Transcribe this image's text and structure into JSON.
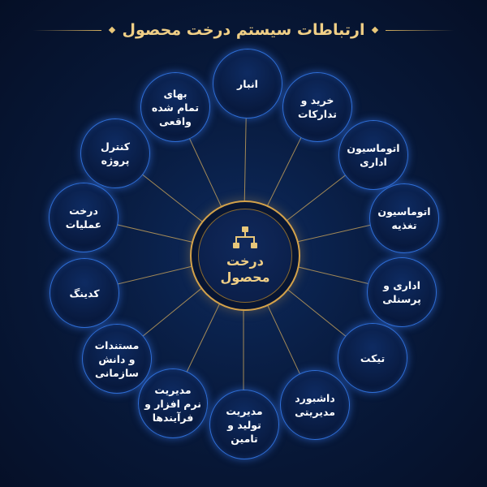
{
  "title": "ارتباطات سیستم درخت محصول",
  "center": {
    "label": "درخت\nمحصول",
    "icon": "hierarchy-icon"
  },
  "nodes": [
    {
      "label": "انبار"
    },
    {
      "label": "خرید و\nتدارکات"
    },
    {
      "label": "اتوماسیون\nاداری"
    },
    {
      "label": "اتوماسیون\nتغذیه"
    },
    {
      "label": "اداری و\nپرسنلی"
    },
    {
      "label": "تیکت"
    },
    {
      "label": "داشبورد\nمدیریتی"
    },
    {
      "label": "مدیریت\nتولید و\nتامین"
    },
    {
      "label": "مدیریت\nنرم افزار و\nفرآیندها"
    },
    {
      "label": "مستندات\nو دانش\nسازمانی"
    },
    {
      "label": "کدینگ"
    },
    {
      "label": "درخت\nعملیات"
    },
    {
      "label": "کنترل\nپروژه"
    },
    {
      "label": "بهای\nتمام شده\nواقعی"
    }
  ],
  "colors": {
    "gold": "#d4a24a",
    "node_border": "#2f6fd8",
    "background": "#081a3c"
  }
}
